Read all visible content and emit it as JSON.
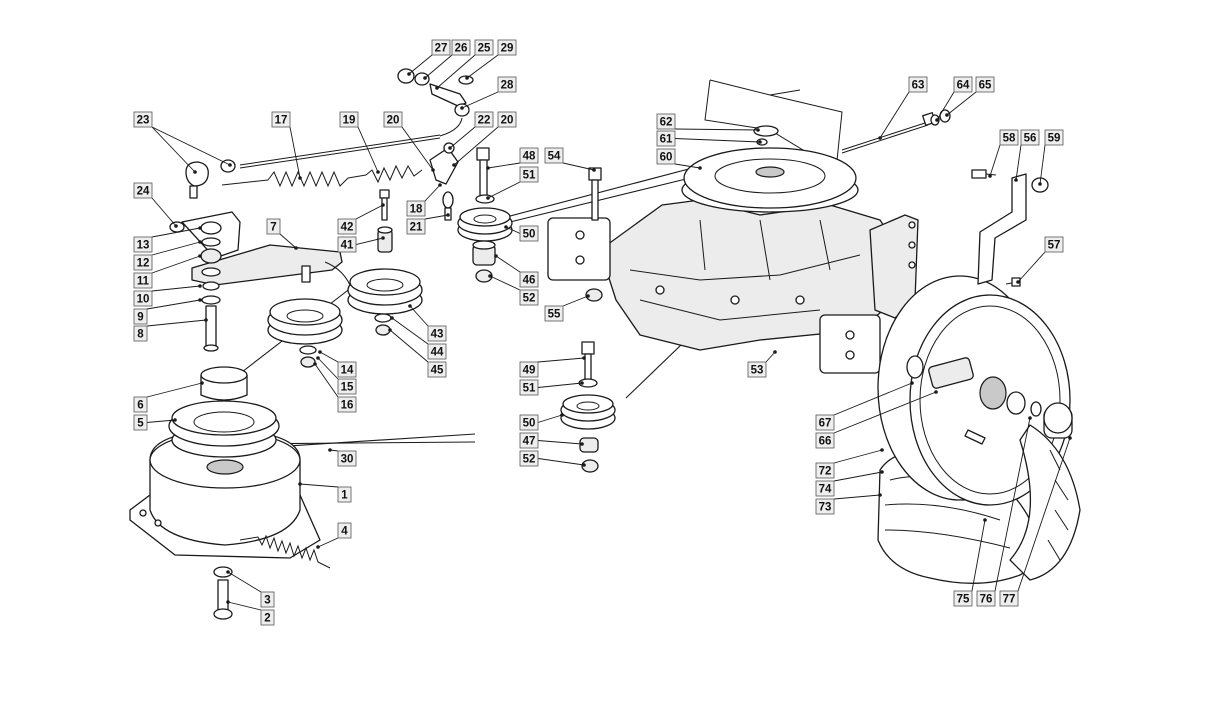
{
  "diagram": {
    "callouts": [
      {
        "id": "c27",
        "label": "27"
      },
      {
        "id": "c26",
        "label": "26"
      },
      {
        "id": "c25",
        "label": "25"
      },
      {
        "id": "c29",
        "label": "29"
      },
      {
        "id": "c28",
        "label": "28"
      },
      {
        "id": "c23",
        "label": "23"
      },
      {
        "id": "c17",
        "label": "17"
      },
      {
        "id": "c19",
        "label": "19"
      },
      {
        "id": "c20a",
        "label": "20"
      },
      {
        "id": "c22",
        "label": "22"
      },
      {
        "id": "c20b",
        "label": "20"
      },
      {
        "id": "c48",
        "label": "48"
      },
      {
        "id": "c51a",
        "label": "51"
      },
      {
        "id": "c54",
        "label": "54"
      },
      {
        "id": "c62",
        "label": "62"
      },
      {
        "id": "c61",
        "label": "61"
      },
      {
        "id": "c60",
        "label": "60"
      },
      {
        "id": "c63",
        "label": "63"
      },
      {
        "id": "c64",
        "label": "64"
      },
      {
        "id": "c65",
        "label": "65"
      },
      {
        "id": "c58",
        "label": "58"
      },
      {
        "id": "c56",
        "label": "56"
      },
      {
        "id": "c59",
        "label": "59"
      },
      {
        "id": "c24",
        "label": "24"
      },
      {
        "id": "c7",
        "label": "7"
      },
      {
        "id": "c42",
        "label": "42"
      },
      {
        "id": "c18",
        "label": "18"
      },
      {
        "id": "c41",
        "label": "41"
      },
      {
        "id": "c21",
        "label": "21"
      },
      {
        "id": "c13",
        "label": "13"
      },
      {
        "id": "c12",
        "label": "12"
      },
      {
        "id": "c11",
        "label": "11"
      },
      {
        "id": "c10",
        "label": "10"
      },
      {
        "id": "c9",
        "label": "9"
      },
      {
        "id": "c8",
        "label": "8"
      },
      {
        "id": "c50a",
        "label": "50"
      },
      {
        "id": "c46",
        "label": "46"
      },
      {
        "id": "c52a",
        "label": "52"
      },
      {
        "id": "c57",
        "label": "57"
      },
      {
        "id": "c55",
        "label": "55"
      },
      {
        "id": "c43",
        "label": "43"
      },
      {
        "id": "c44",
        "label": "44"
      },
      {
        "id": "c45",
        "label": "45"
      },
      {
        "id": "c14",
        "label": "14"
      },
      {
        "id": "c15",
        "label": "15"
      },
      {
        "id": "c16",
        "label": "16"
      },
      {
        "id": "c49",
        "label": "49"
      },
      {
        "id": "c53",
        "label": "53"
      },
      {
        "id": "c51b",
        "label": "51"
      },
      {
        "id": "c6",
        "label": "6"
      },
      {
        "id": "c5",
        "label": "5"
      },
      {
        "id": "c50b",
        "label": "50"
      },
      {
        "id": "c67",
        "label": "67"
      },
      {
        "id": "c66",
        "label": "66"
      },
      {
        "id": "c47",
        "label": "47"
      },
      {
        "id": "c30",
        "label": "30"
      },
      {
        "id": "c52b",
        "label": "52"
      },
      {
        "id": "c72",
        "label": "72"
      },
      {
        "id": "c1",
        "label": "1"
      },
      {
        "id": "c74",
        "label": "74"
      },
      {
        "id": "c73",
        "label": "73"
      },
      {
        "id": "c4",
        "label": "4"
      },
      {
        "id": "c3",
        "label": "3"
      },
      {
        "id": "c2",
        "label": "2"
      },
      {
        "id": "c75",
        "label": "75"
      },
      {
        "id": "c76",
        "label": "76"
      },
      {
        "id": "c77",
        "label": "77"
      }
    ]
  }
}
